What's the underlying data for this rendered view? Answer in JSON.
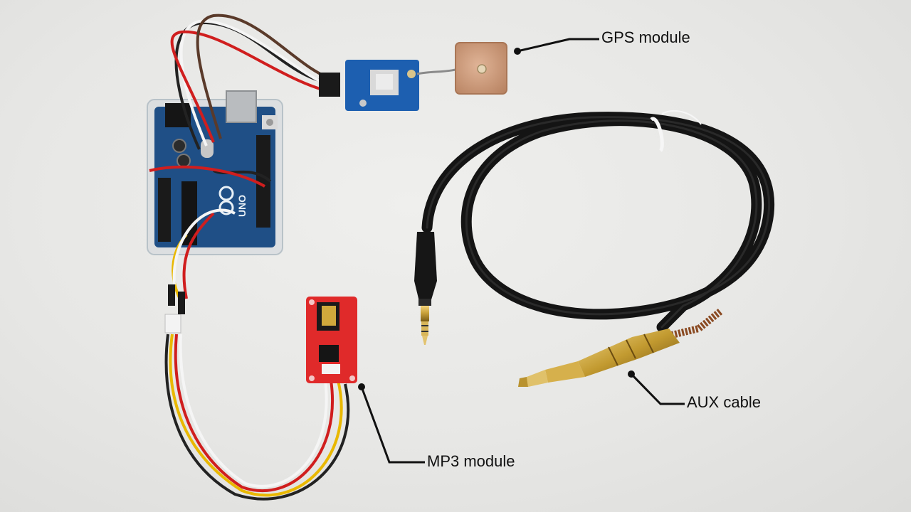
{
  "labels": {
    "gps": "GPS module",
    "aux": "AUX cable",
    "mp3": "MP3 module"
  },
  "board": {
    "arduino_text": "UNO"
  },
  "colors": {
    "background": "#e6e6e4",
    "arduino_pcb": "#1f4f86",
    "gps_pcb": "#1d5fb0",
    "gps_antenna": "#c99a7a",
    "mp3_pcb": "#e02a2a",
    "cable": "#151515",
    "plug_gold": "#c9a23a",
    "wire_red": "#d01e1e",
    "wire_yellow": "#e9b800",
    "wire_white": "#f5f5f5",
    "wire_black": "#222222"
  }
}
